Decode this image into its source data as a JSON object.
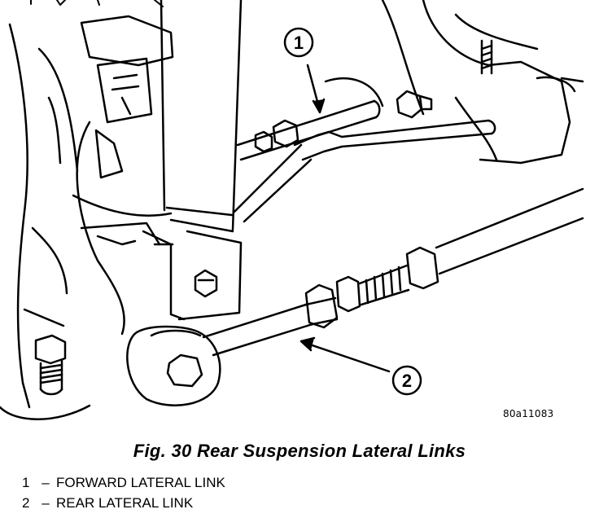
{
  "figure_id": "80a11083",
  "caption": "Fig. 30 Rear Suspension Lateral Links",
  "callouts": [
    {
      "number": "1",
      "label": "FORWARD LATERAL LINK"
    },
    {
      "number": "2",
      "label": "REAR LATERAL LINK"
    }
  ],
  "legend_separator": "–"
}
